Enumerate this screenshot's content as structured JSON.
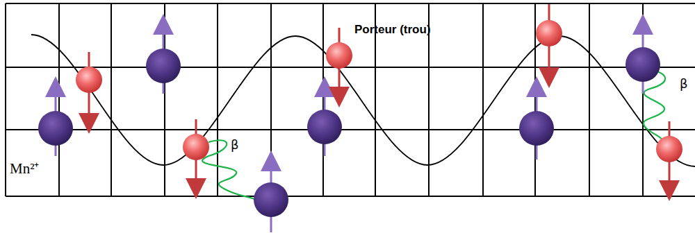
{
  "diagram": {
    "labels": [
      "Porteur (trou)",
      "Mn²⁺",
      "β",
      "β"
    ]
  }
}
